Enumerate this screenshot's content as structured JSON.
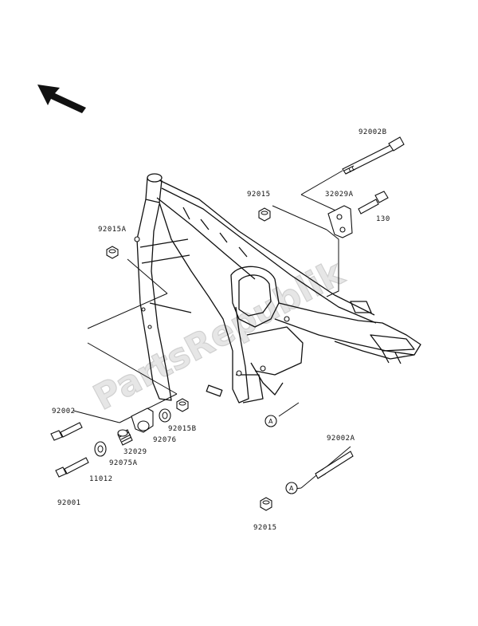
{
  "watermark": "PartsRepublik",
  "ref_label": "A",
  "parts": {
    "p92002B": "92002B",
    "p92015_top": "92015",
    "p32029A": "32029A",
    "p130": "130",
    "p92015A": "92015A",
    "p92002": "92002",
    "p92015B": "92015B",
    "p92076": "92076",
    "p32029": "32029",
    "p92075A": "92075A",
    "p11012": "11012",
    "p92001": "92001",
    "p92002A": "92002A",
    "p92015_bottom": "92015"
  },
  "icons": {
    "direction": "front-direction-arrow-icon",
    "reference": "reference-circle-a-icon"
  }
}
